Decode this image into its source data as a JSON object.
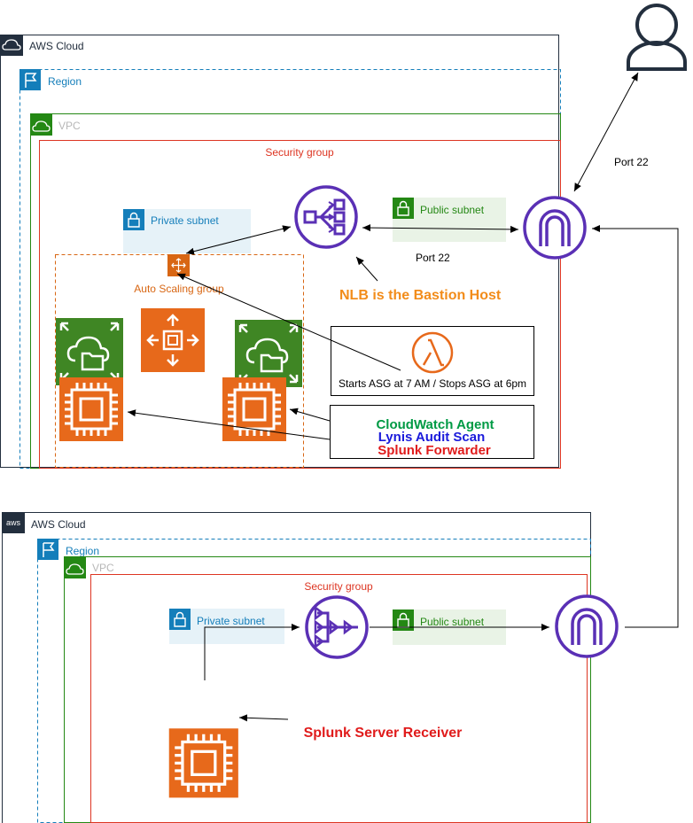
{
  "colors": {
    "aws_cloud": "#232f3e",
    "region": "#147eba",
    "vpc": "#248814",
    "security_group": "#dd3522",
    "private_subnet": "#147eba",
    "private_subnet_fill": "#e6f2f8",
    "public_subnet": "#248814",
    "public_subnet_fill": "#e9f3e6",
    "asg": "#d86613",
    "compute": "#e7691b",
    "storage": "#3f8624",
    "network": "#5a30b5",
    "cloudwatch": "#009a44",
    "lynis": "#1a1adb",
    "splunk": "#e01b1b",
    "nlb_note": "#f28c1a"
  },
  "top": {
    "aws_cloud_label": "AWS Cloud",
    "region_label": "Region",
    "vpc_label": "VPC",
    "security_group_label": "Security group",
    "private_subnet_label": "Private subnet",
    "public_subnet_label": "Public subnet",
    "asg_label": "Auto Scaling group",
    "port_label_inner": "Port 22",
    "port_label_user": "Port 22",
    "nlb_note": "NLB is the Bastion Host",
    "lambda_note": "Starts ASG at 7 AM / Stops ASG at 6pm",
    "agents": {
      "cloudwatch": "CloudWatch Agent",
      "lynis": "Lynis Audit Scan",
      "splunk": "Splunk Forwarder"
    }
  },
  "bottom": {
    "aws_cloud_label": "AWS Cloud",
    "aws_logo": "aws",
    "region_label": "Region",
    "vpc_label": "VPC",
    "security_group_label": "Security group",
    "private_subnet_label": "Private subnet",
    "public_subnet_label": "Public subnet",
    "receiver_label": "Splunk Server Receiver"
  }
}
